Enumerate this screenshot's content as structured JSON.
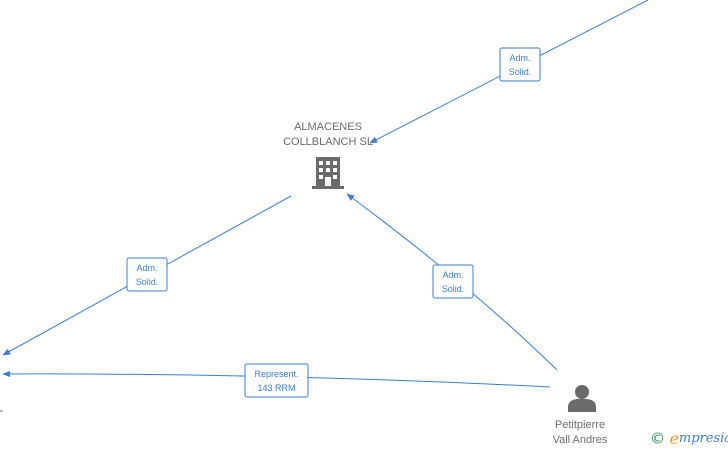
{
  "company": {
    "name_line1": "ALMACENES",
    "name_line2": "COLLBLANCH SL",
    "icon": "building-icon"
  },
  "person": {
    "name_line1": "Petitpierre",
    "name_line2": "Vall Andres",
    "icon": "person-icon"
  },
  "edges": [
    {
      "id": "edge-from-top-right",
      "label_line1": "Adm.",
      "label_line2": "Solid."
    },
    {
      "id": "edge-company-to-left",
      "label_line1": "Adm.",
      "label_line2": "Solid."
    },
    {
      "id": "edge-person-to-company",
      "label_line1": "Adm.",
      "label_line2": "Solid."
    },
    {
      "id": "edge-person-to-left",
      "label_line1": "Represent.",
      "label_line2": "143 RRM"
    }
  ],
  "watermark": {
    "copyright": "©",
    "brand_initial": "e",
    "brand_rest": "mpresia"
  },
  "colors": {
    "edge": "#3a7fd5",
    "node": "#6b6b6b",
    "brand_green": "#2a8f5a",
    "brand_orange": "#f39a1f"
  }
}
